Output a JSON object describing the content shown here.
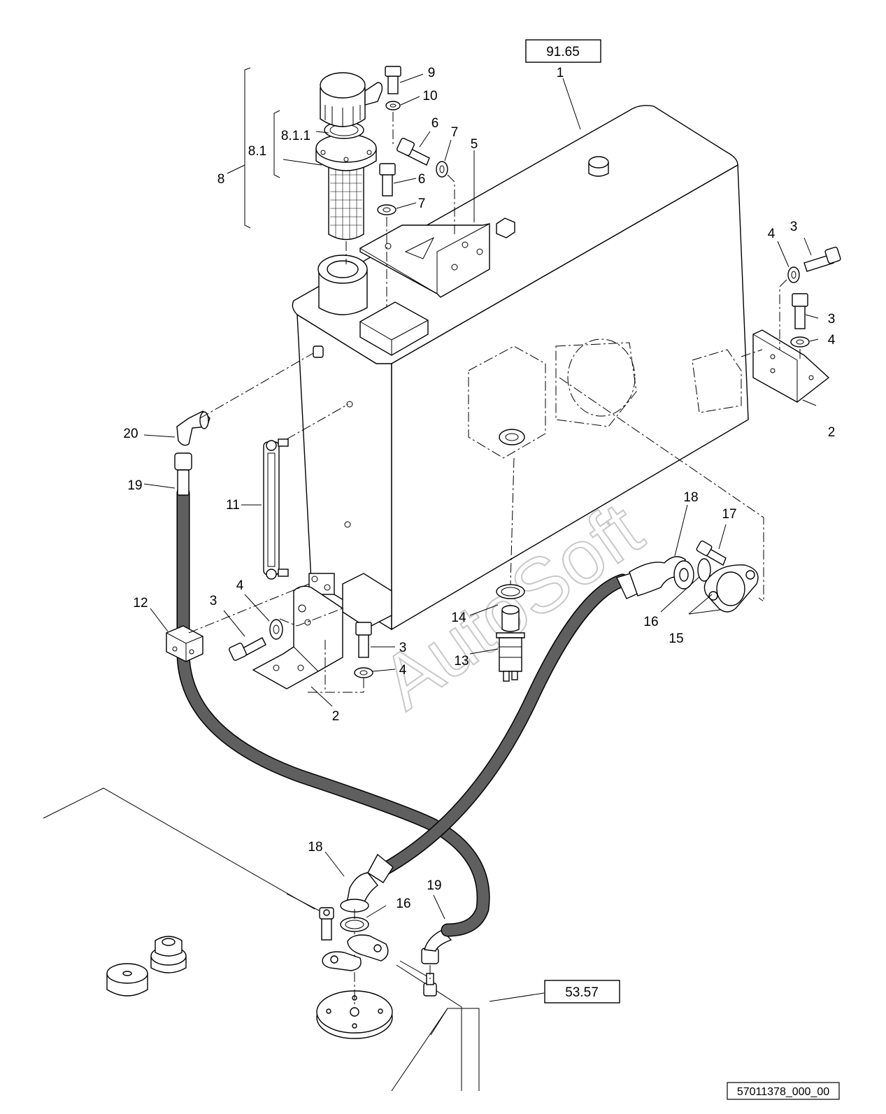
{
  "ref_boxes": [
    {
      "name": "ref-box-tank",
      "text": "91.65"
    },
    {
      "name": "ref-box-frame",
      "text": "53.57"
    }
  ],
  "drawing_code": "57011378_000_00",
  "watermark": "AutoSoft",
  "callouts": [
    {
      "id": "c1",
      "text": "1"
    },
    {
      "id": "c2a",
      "text": "2"
    },
    {
      "id": "c2b",
      "text": "2"
    },
    {
      "id": "c3a",
      "text": "3"
    },
    {
      "id": "c3b",
      "text": "3"
    },
    {
      "id": "c3c",
      "text": "3"
    },
    {
      "id": "c3d",
      "text": "3"
    },
    {
      "id": "c4a",
      "text": "4"
    },
    {
      "id": "c4b",
      "text": "4"
    },
    {
      "id": "c4c",
      "text": "4"
    },
    {
      "id": "c4d",
      "text": "4"
    },
    {
      "id": "c5",
      "text": "5"
    },
    {
      "id": "c6a",
      "text": "6"
    },
    {
      "id": "c6b",
      "text": "6"
    },
    {
      "id": "c7a",
      "text": "7"
    },
    {
      "id": "c7b",
      "text": "7"
    },
    {
      "id": "c8",
      "text": "8"
    },
    {
      "id": "c81",
      "text": "8.1"
    },
    {
      "id": "c811",
      "text": "8.1.1"
    },
    {
      "id": "c9",
      "text": "9"
    },
    {
      "id": "c10",
      "text": "10"
    },
    {
      "id": "c11",
      "text": "11"
    },
    {
      "id": "c12",
      "text": "12"
    },
    {
      "id": "c13",
      "text": "13"
    },
    {
      "id": "c14",
      "text": "14"
    },
    {
      "id": "c15",
      "text": "15"
    },
    {
      "id": "c16a",
      "text": "16"
    },
    {
      "id": "c16b",
      "text": "16"
    },
    {
      "id": "c17",
      "text": "17"
    },
    {
      "id": "c18a",
      "text": "18"
    },
    {
      "id": "c18b",
      "text": "18"
    },
    {
      "id": "c19a",
      "text": "19"
    },
    {
      "id": "c19b",
      "text": "19"
    },
    {
      "id": "c20",
      "text": "20"
    }
  ]
}
